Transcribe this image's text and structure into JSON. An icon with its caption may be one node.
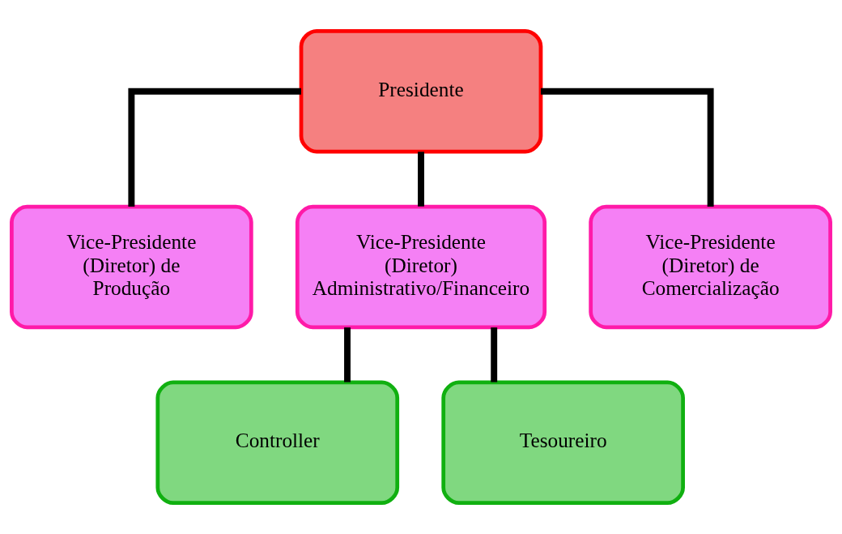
{
  "diagram": {
    "nodes": [
      {
        "text": [
          "Presidente"
        ]
      },
      {
        "text": [
          "Vice-Presidente (Diretor) de Produção"
        ]
      },
      {
        "text": [
          "Vice-Presidente (Diretor) Administrativo/Financeiro"
        ]
      },
      {
        "text": [
          "Vice-Presidente (Diretor) de Comercialização"
        ]
      },
      {
        "text": [
          "Controller"
        ]
      },
      {
        "text": [
          "Tesoureiro"
        ]
      }
    ],
    "edges": [
      {
        "from": 0,
        "to": 1,
        "arrow": "none"
      },
      {
        "from": 0,
        "to": 2,
        "arrow": "none"
      },
      {
        "from": 0,
        "to": 3,
        "arrow": "none"
      },
      {
        "from": 2,
        "to": 4,
        "arrow": "none"
      },
      {
        "from": 2,
        "to": 5,
        "arrow": "none"
      }
    ]
  }
}
